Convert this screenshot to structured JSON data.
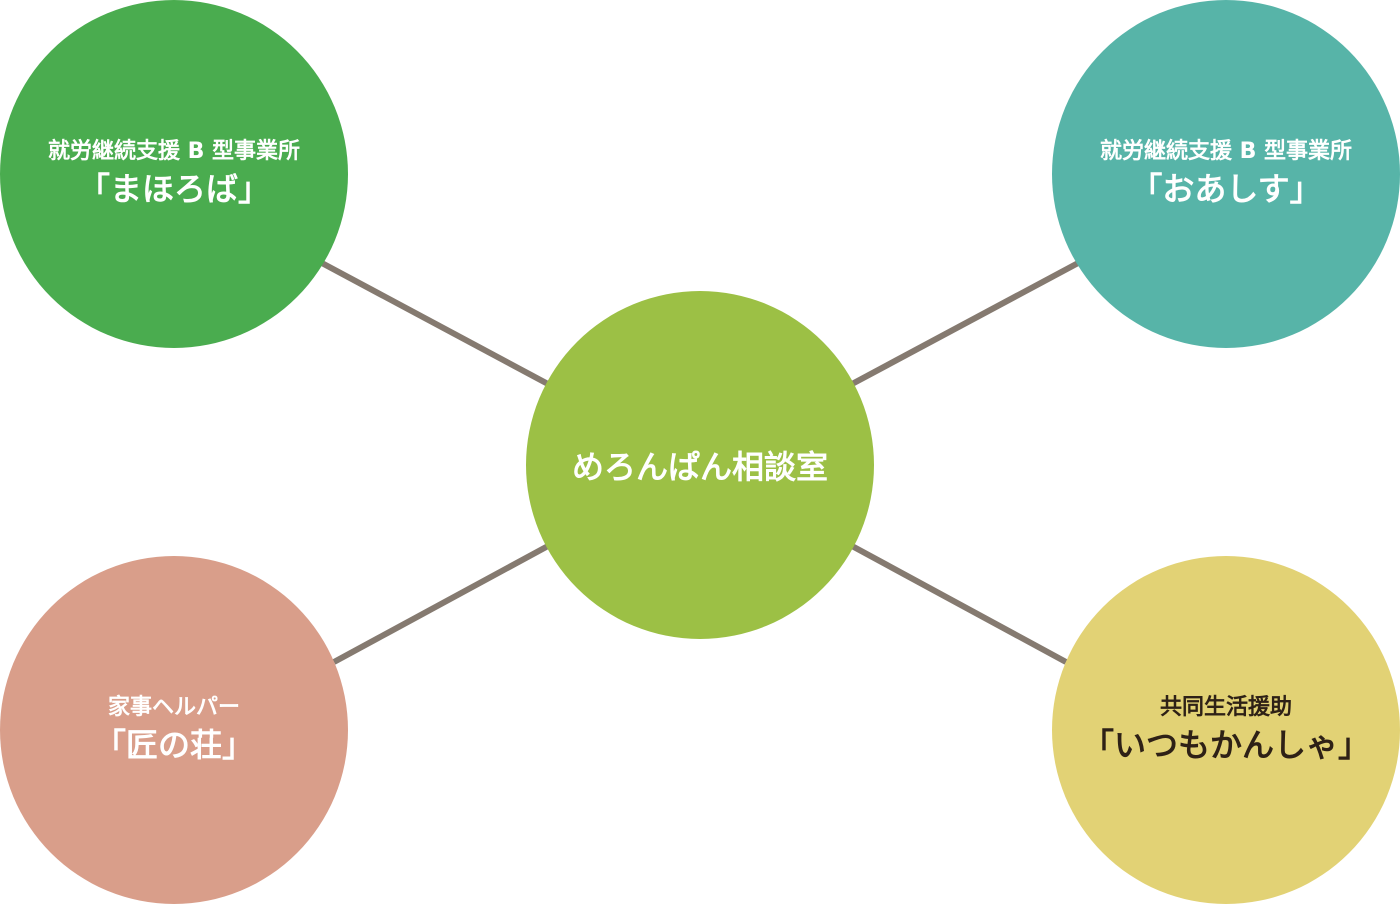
{
  "colors": {
    "line": "#857a70",
    "mahoroba": "#4aac4f",
    "oashisu": "#57b4a8",
    "center": "#9cc045",
    "takumi": "#d99e8a",
    "itsumo": "#e2d275",
    "text_light": "#ffffff",
    "text_dark": "#2e2116"
  },
  "center": {
    "label": "めろんぱん相談室"
  },
  "nodes": [
    {
      "subtitle": "就労継続支援 B 型事業所",
      "name": "「まほろば」"
    },
    {
      "subtitle": "就労継続支援 B 型事業所",
      "name": "「おあしす」"
    },
    {
      "subtitle": "家事ヘルパー",
      "name": "「匠の荘」"
    },
    {
      "subtitle": "共同生活援助",
      "name": "「いつもかんしゃ」"
    }
  ]
}
